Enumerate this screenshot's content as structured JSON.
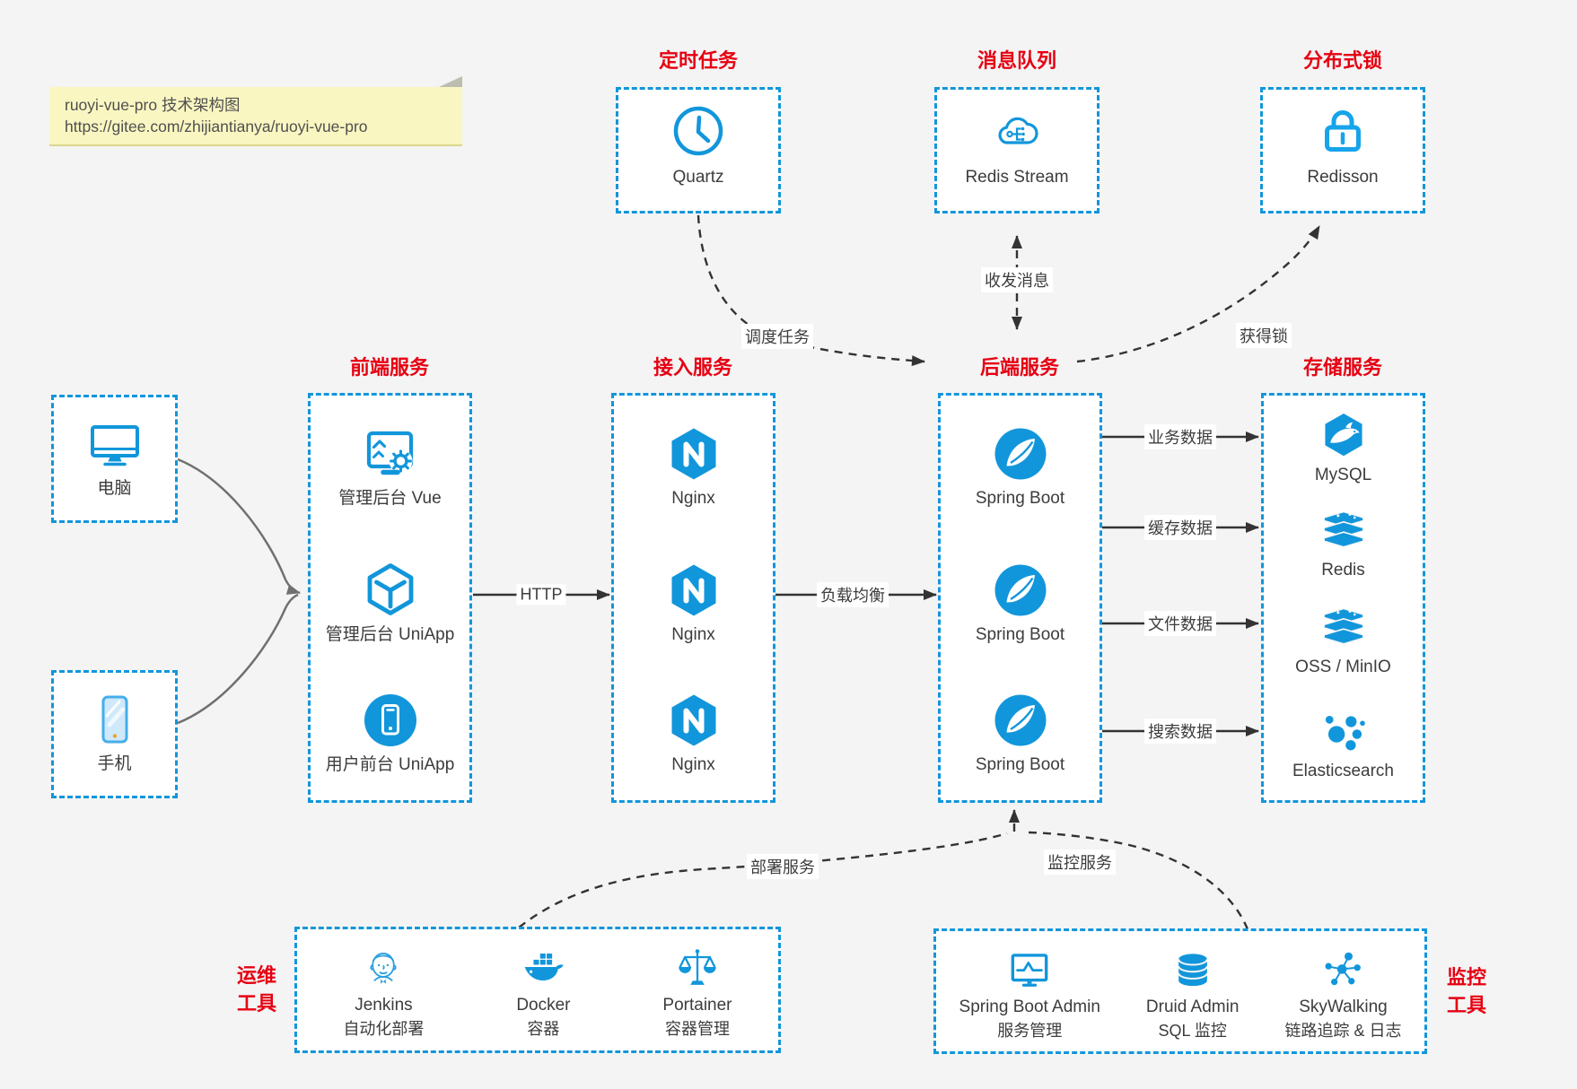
{
  "note": {
    "title": "ruoyi-vue-pro 技术架构图",
    "url": "https://gitee.com/zhijiantianya/ruoyi-vue-pro"
  },
  "colors": {
    "accent_blue": "#1296db",
    "title_red": "#e60012",
    "text_gray": "#3c3c3c",
    "note_yellow": "#faf6c1",
    "canvas_bg": "#f4f4f4",
    "arrow_black": "#333333",
    "client_arrow_gray": "#707070"
  },
  "top_groups": [
    {
      "title": "定时任务",
      "item": {
        "icon": "clock-icon",
        "label": "Quartz"
      }
    },
    {
      "title": "消息队列",
      "item": {
        "icon": "cloud-network-icon",
        "label": "Redis Stream"
      }
    },
    {
      "title": "分布式锁",
      "item": {
        "icon": "lock-icon",
        "label": "Redisson"
      }
    }
  ],
  "clients": [
    {
      "icon": "desktop-icon",
      "label": "电脑"
    },
    {
      "icon": "smartphone-icon",
      "label": "手机"
    }
  ],
  "columns": [
    {
      "title": "前端服务",
      "items": [
        {
          "icon": "admin-dashboard-icon",
          "label": "管理后台 Vue"
        },
        {
          "icon": "cube-icon",
          "label": "管理后台 UniApp"
        },
        {
          "icon": "mobile-app-icon",
          "label": "用户前台 UniApp"
        }
      ]
    },
    {
      "title": "接入服务",
      "items": [
        {
          "icon": "nginx-icon",
          "label": "Nginx"
        },
        {
          "icon": "nginx-icon",
          "label": "Nginx"
        },
        {
          "icon": "nginx-icon",
          "label": "Nginx"
        }
      ]
    },
    {
      "title": "后端服务",
      "items": [
        {
          "icon": "spring-icon",
          "label": "Spring Boot"
        },
        {
          "icon": "spring-icon",
          "label": "Spring Boot"
        },
        {
          "icon": "spring-icon",
          "label": "Spring Boot"
        }
      ]
    },
    {
      "title": "存储服务",
      "items": [
        {
          "icon": "mysql-icon",
          "label": "MySQL"
        },
        {
          "icon": "redis-stack-icon",
          "label": "Redis"
        },
        {
          "icon": "storage-stack-icon",
          "label": "OSS / MinIO"
        },
        {
          "icon": "elasticsearch-icon",
          "label": "Elasticsearch"
        }
      ]
    }
  ],
  "bottom_groups": [
    {
      "side_label": [
        "运维",
        "工具"
      ],
      "items": [
        {
          "icon": "jenkins-icon",
          "label": "Jenkins",
          "sublabel": "自动化部署"
        },
        {
          "icon": "docker-icon",
          "label": "Docker",
          "sublabel": "容器"
        },
        {
          "icon": "portainer-icon",
          "label": "Portainer",
          "sublabel": "容器管理"
        }
      ]
    },
    {
      "side_label": [
        "监控",
        "工具"
      ],
      "items": [
        {
          "icon": "monitor-chart-icon",
          "label": "Spring Boot Admin",
          "sublabel": "服务管理"
        },
        {
          "icon": "database-icon",
          "label": "Druid Admin",
          "sublabel": "SQL 监控"
        },
        {
          "icon": "skywalking-icon",
          "label": "SkyWalking",
          "sublabel": "链路追踪 & 日志"
        }
      ]
    }
  ],
  "edges": {
    "schedule": {
      "label": "调度任务"
    },
    "messaging": {
      "label": "收发消息"
    },
    "lock": {
      "label": "获得锁"
    },
    "http": {
      "label": "HTTP"
    },
    "load_balance": {
      "label": "负载均衡"
    },
    "business_data": {
      "label": "业务数据"
    },
    "cache_data": {
      "label": "缓存数据"
    },
    "file_data": {
      "label": "文件数据"
    },
    "search_data": {
      "label": "搜索数据"
    },
    "deploy": {
      "label": "部署服务"
    },
    "monitor": {
      "label": "监控服务"
    }
  }
}
